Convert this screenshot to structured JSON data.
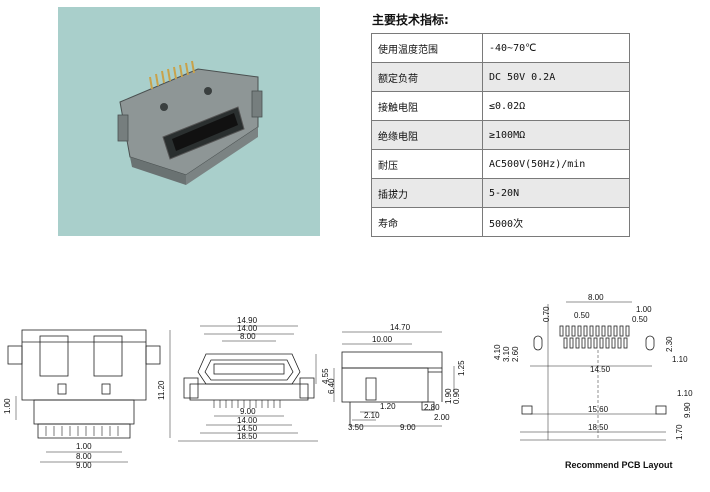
{
  "spec": {
    "title": "主要技术指标:",
    "rows": [
      {
        "label": "使用温度范围",
        "value": "-40~70℃"
      },
      {
        "label": "额定负荷",
        "value": "DC 50V 0.2A"
      },
      {
        "label": "接触电阻",
        "value": "≤0.02Ω"
      },
      {
        "label": "绝缘电阻",
        "value": "≥100MΩ"
      },
      {
        "label": "耐压",
        "value": "AC500V(50Hz)/min"
      },
      {
        "label": "插拔力",
        "value": "5-20N"
      },
      {
        "label": "寿命",
        "value": "5000次"
      }
    ]
  },
  "dims": {
    "side": {
      "d1_00": "1.00",
      "d8_00": "8.00",
      "d9_00": "9.00",
      "d11_20": "11.20",
      "d1_00b": "1.00"
    },
    "front": {
      "d14_90": "14.90",
      "d14_00": "14.00",
      "d8_00": "8.00",
      "d4_55": "4.55",
      "d9_00": "9.00",
      "d14_00b": "14.00",
      "d14_50": "14.50",
      "d18_50": "18.50"
    },
    "profile": {
      "d14_70": "14.70",
      "d10_00": "10.00",
      "d1_25": "1.25",
      "d6_40": "6.40",
      "d1_20": "1.20",
      "d2_10": "2.10",
      "d2_80": "2.80",
      "d1_90": "1.90",
      "d0_90": "0.90",
      "d2_00": "2.00",
      "d3_50": "3.50",
      "d9_00": "9.00"
    },
    "pcb": {
      "d8_00": "8.00",
      "d0_70": "0.70",
      "d0_50": "0.50",
      "d1_00": "1.00",
      "d0_50b": "0.50",
      "d4_10": "4.10",
      "d3_10": "3.10",
      "d2_60": "2.60",
      "d2_30": "2.30",
      "d1_10": "1.10",
      "d14_50": "14.50",
      "d1_10b": "1.10",
      "d9_90": "9.90",
      "d15_60": "15.60",
      "d18_50": "18.50",
      "d1_70": "1.70"
    }
  },
  "pcb_caption": "Recommend PCB Layout"
}
